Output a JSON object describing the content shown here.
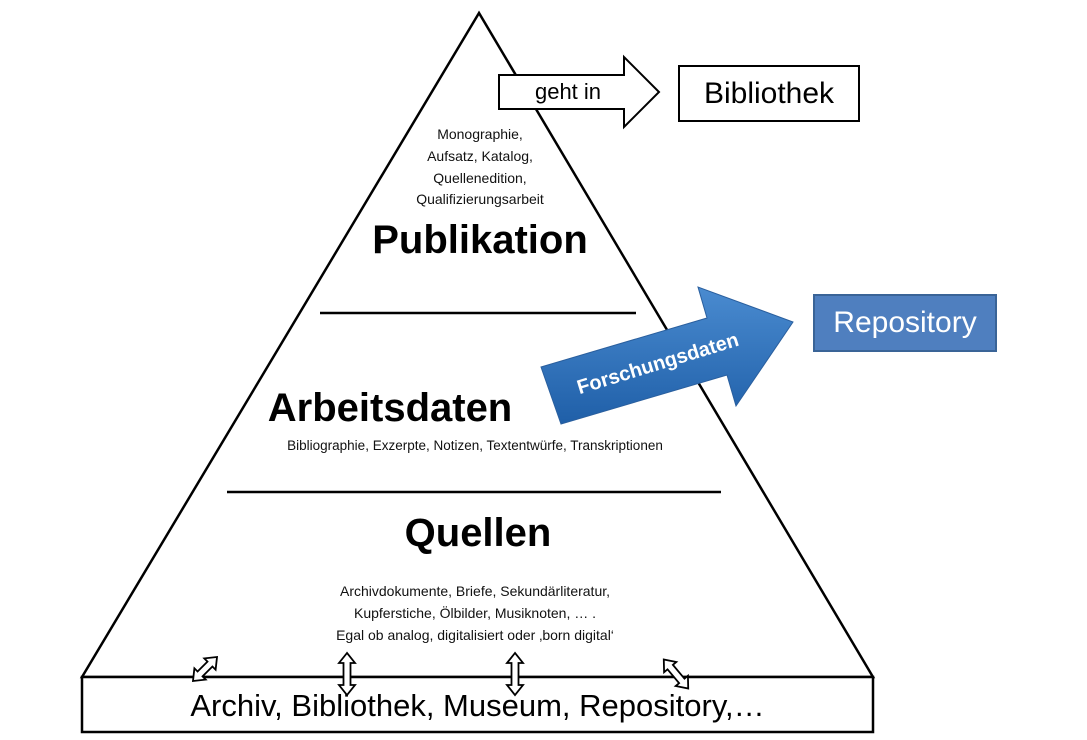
{
  "arrow_label": "geht in",
  "bibliothek_box": "Bibliothek",
  "publikation": {
    "title": "Publikation",
    "examples": [
      "Monographie,",
      "Aufsatz, Katalog,",
      "Quellenedition,",
      "Qualifizierungsarbeit"
    ]
  },
  "forschungsdaten_label": "Forschungsdaten",
  "repository_box": "Repository",
  "arbeitsdaten": {
    "title": "Arbeitsdaten",
    "examples": "Bibliographie, Exzerpte, Notizen, Textentwürfe, Transkriptionen"
  },
  "quellen": {
    "title": "Quellen",
    "examples": [
      "Archivdokumente, Briefe, Sekundärliteratur,",
      "Kupferstiche, Ölbilder, Musiknoten, … .",
      "Egal ob analog, digitalisiert oder ‚born digital‘"
    ]
  },
  "base_label": "Archiv, Bibliothek, Museum, Repository,…",
  "colors": {
    "stroke": "#000000",
    "blue_arrow": "#2f6fb7",
    "repository_fill": "#4f7fbf",
    "repository_border": "#3a6497",
    "repository_text": "#ffffff"
  }
}
